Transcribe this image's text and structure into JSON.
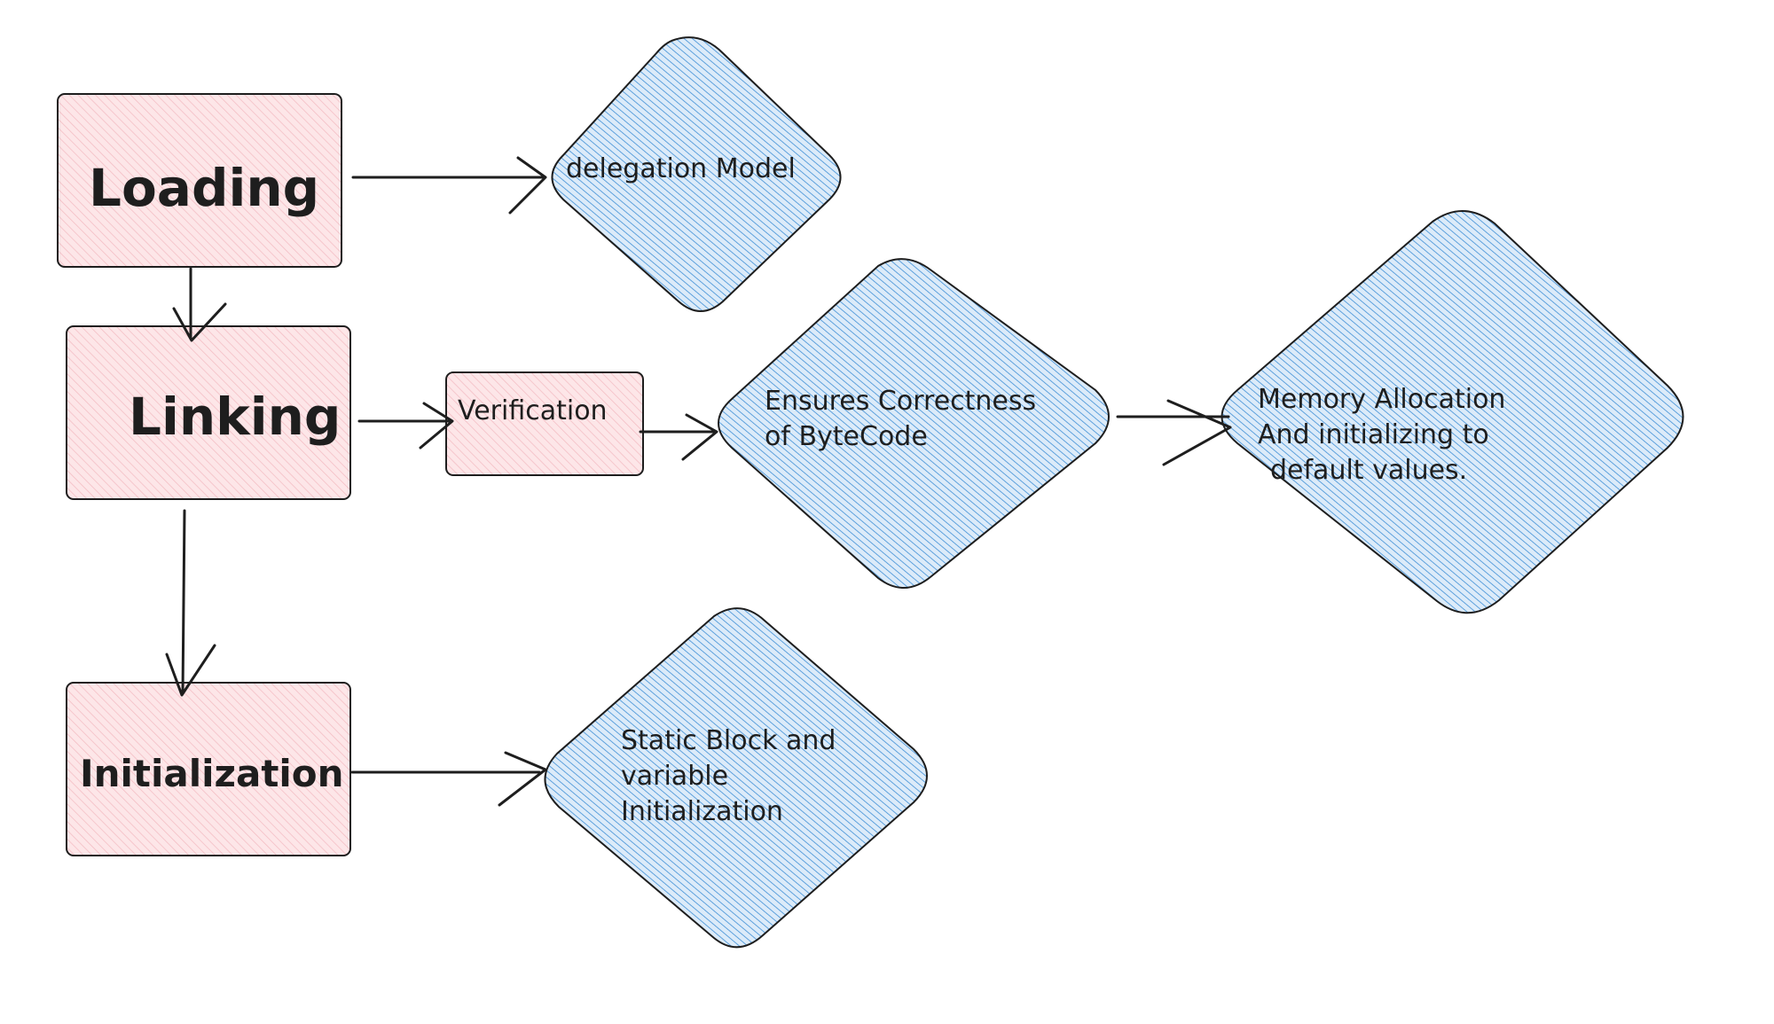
{
  "diagram": {
    "colors": {
      "box_fill": "#fde6e8",
      "box_hatch": "#f3bcc3",
      "diamond_fill": "#d8e9f8",
      "diamond_hatch": "#3f8fd6",
      "stroke": "#1e1e1e"
    },
    "nodes": {
      "loading": {
        "label": "Loading"
      },
      "linking": {
        "label": "Linking"
      },
      "initialization": {
        "label": "Initialization"
      },
      "verification": {
        "label": "Verification"
      },
      "delegation": {
        "label": "delegation Model"
      },
      "correctness": {
        "lines": [
          "Ensures Correctness",
          "of ByteCode"
        ]
      },
      "memory": {
        "lines": [
          "Memory Allocation",
          "And  initializing to",
          "default values."
        ]
      },
      "static_block": {
        "lines": [
          "Static Block and",
          "variable",
          "Initialization"
        ]
      }
    }
  }
}
